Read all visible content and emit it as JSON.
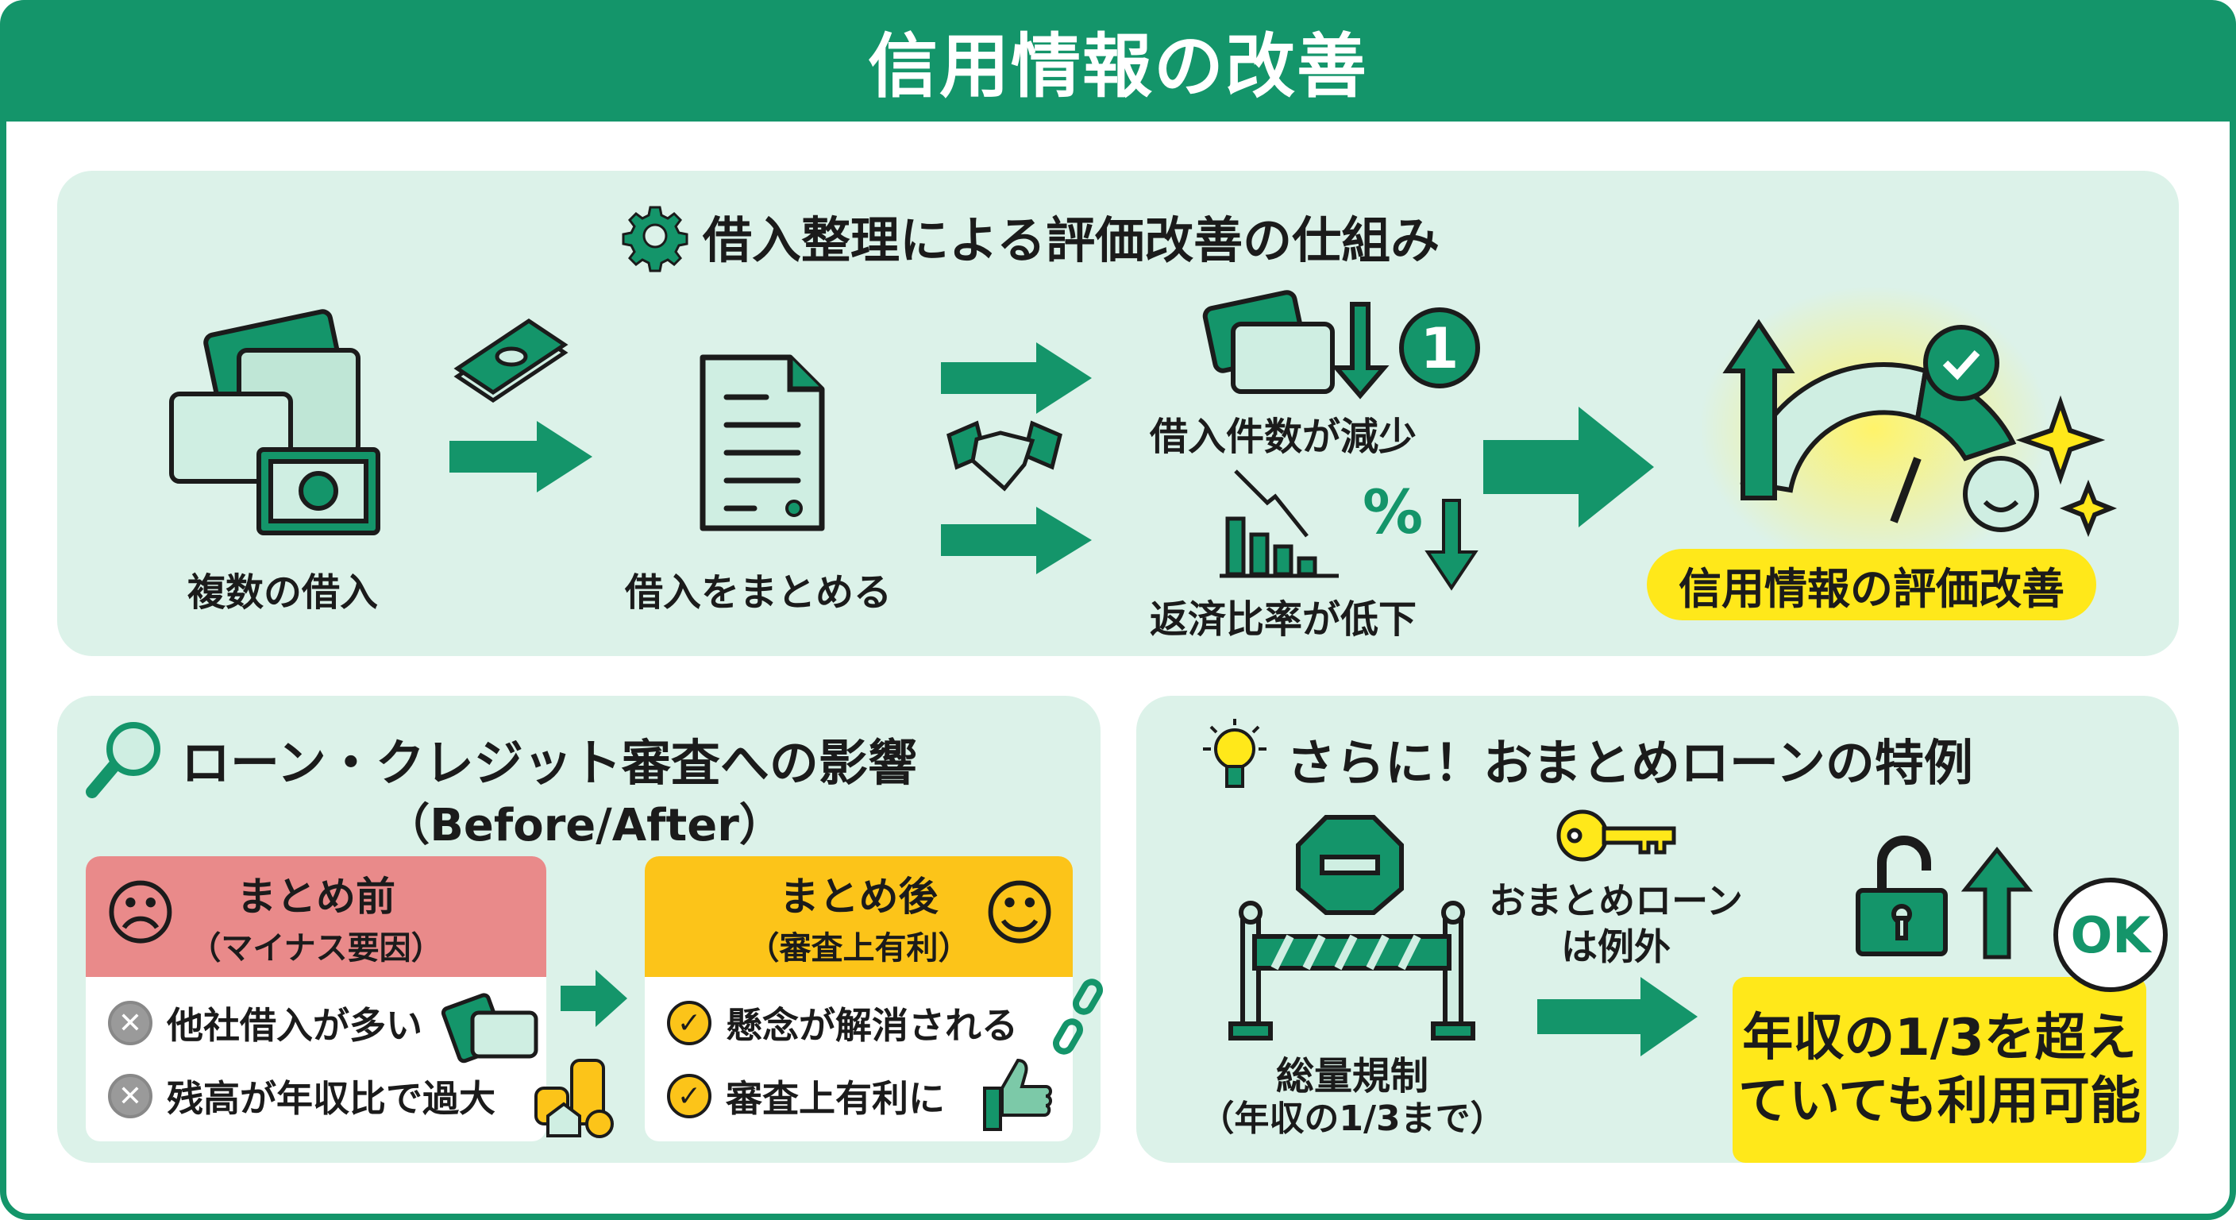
{
  "title": "信用情報の改善",
  "mechanism": {
    "title": "借入整理による評価改善の仕組み",
    "steps": {
      "multiple_loans": "複数の借入",
      "consolidate": "借入をまとめる",
      "fewer_loans": "借入件数が減少",
      "count_badge": "1",
      "ratio_down": "返済比率が低下",
      "percent_symbol": "%",
      "result": "信用情報の評価改善"
    }
  },
  "impact": {
    "title": "ローン・クレジット審査への影響",
    "subtitle": "（Before/After）",
    "before": {
      "title": "まとめ前",
      "subtitle": "（マイナス要因）",
      "items": [
        "他社借入が多い",
        "残高が年収比で過大"
      ]
    },
    "after": {
      "title": "まとめ後",
      "subtitle": "（審査上有利）",
      "items": [
        "懸念が解消される",
        "審査上有利に"
      ]
    }
  },
  "exception": {
    "title": "さらに！おまとめローンの特例",
    "regulation": "総量規制",
    "regulation_note": "（年収の1/3まで）",
    "key_label_1": "おまとめローン",
    "key_label_2": "は例外",
    "ok": "OK",
    "result_line1": "年収の1/3を超え",
    "result_line2": "ていても利用可能"
  },
  "colors": {
    "green": "#14956a",
    "mint": "#dcf2e9",
    "yellow": "#ffe81a",
    "pink": "#e98a8a",
    "amber": "#fcc419"
  }
}
